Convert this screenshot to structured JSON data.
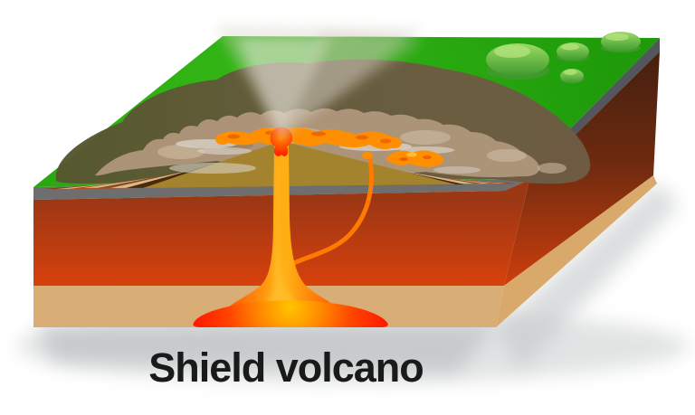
{
  "title": {
    "text": "Shield volcano"
  },
  "diagram": {
    "type": "volcano-cross-section-block",
    "subject": "Shield volcano",
    "features": [
      "grass-surface",
      "bushes",
      "eruption-smoke-plume",
      "summit-vent-lava",
      "lava-flow-cap",
      "side-vent-lava",
      "layered-lava-flows",
      "lava-field-shadow",
      "main-magma-conduit",
      "branch-conduit",
      "magma-chamber",
      "crust-layer",
      "mantle-layer",
      "basement-layer"
    ]
  },
  "colors": {
    "background": "#ffffff",
    "grass": "#28a70f",
    "grass_bright": "#33b715",
    "bush_light": "#9bdb66",
    "bush_dark": "#3f9a2c",
    "crust_gray_front": "#6e6e6e",
    "crust_gray_side": "#53565c",
    "mantle_red_top": "#9c3714",
    "mantle_red_bottom": "#d8410c",
    "mantle_side_dark": "#45200f",
    "basement_tan_front": "#d9ae76",
    "basement_tan_side": "#d8a96b",
    "layer_tan": "#d8b88c",
    "layer_rust": "#b2430f",
    "layer_brown": "#8f4c1b",
    "layer_dark_brown": "#4a2a0d",
    "layer_olive": "#a3832e",
    "volcano_base_red": "#8e2d0c",
    "lava_orange": "#ff8e00",
    "lava_deep_orange": "#ee6200",
    "lava_red": "#ff2600",
    "magma_glow": "#ffc400",
    "magma_red": "#ff1000",
    "smoke": "#d8d2c5",
    "smoke_light": "#d8d2c7",
    "shadow_olive": "#56562f",
    "shadow_brown": "#6f5b44",
    "title_text": "#1a1a1a"
  }
}
